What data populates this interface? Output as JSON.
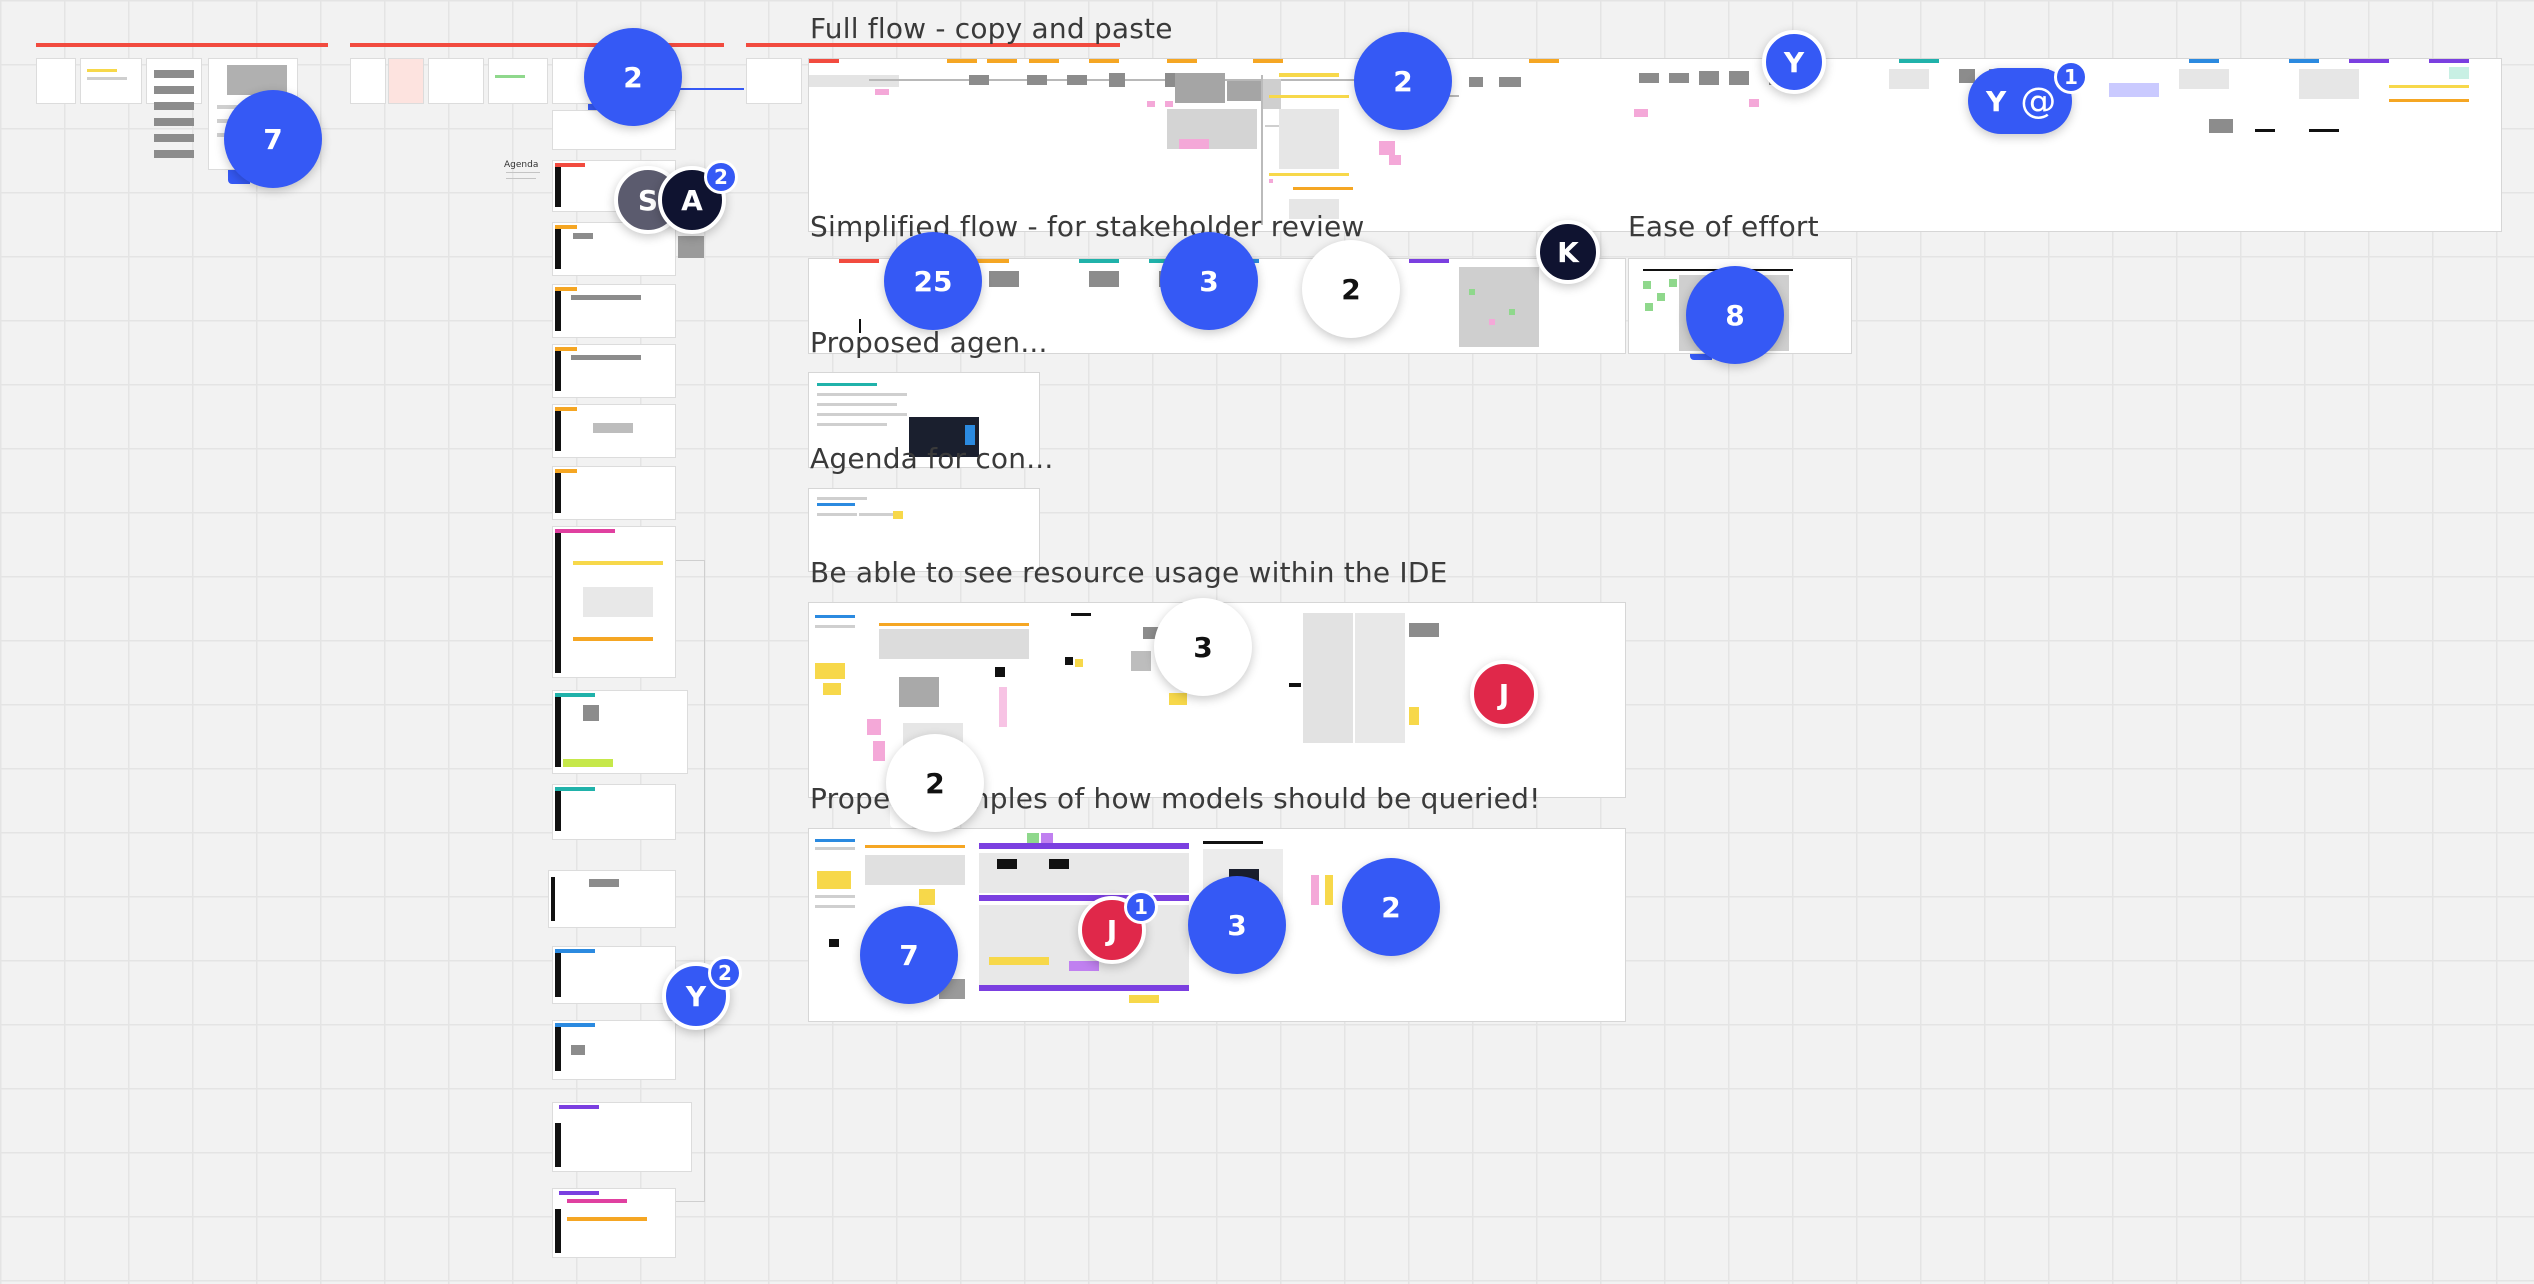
{
  "frames": {
    "full_flow": "Full flow - copy and paste",
    "simplified_flow": "Simplified flow - for stakeholder review",
    "ease_of_effort": "Ease of effort",
    "proposed_agenda": "Proposed agen...",
    "agenda_for_con": "Agenda for con...",
    "resource_usage": "Be able to see resource usage within the IDE",
    "proper_examples": "Proper examples of how models should be queried!"
  },
  "small_labels": {
    "agenda": "Agenda"
  },
  "comments": {
    "c1": "7",
    "c2": "2",
    "c3": "2",
    "c4": "25",
    "c5": "3",
    "c6": "2",
    "c7": "8",
    "c8": "3",
    "c9": "2",
    "c10": "7",
    "c11": "3",
    "c12": "2"
  },
  "avatars": {
    "s": "S",
    "a": "A",
    "a_badge": "2",
    "y_top": "Y",
    "y_pill": "Y",
    "y_pill_badge": "1",
    "k": "K",
    "j_right": "J",
    "j_bottom": "J",
    "j_bottom_badge": "1",
    "y_left": "Y",
    "y_left_badge": "2"
  },
  "colors": {
    "canvas": "#f2f2f2",
    "comment_blue": "#3559f5",
    "avatar_red": "#e0284a",
    "avatar_navy": "#0f1330",
    "avatar_grey": "#5b5b6e",
    "section_red": "#f24b3f"
  },
  "icons": {
    "mention": "at-sign-icon"
  }
}
